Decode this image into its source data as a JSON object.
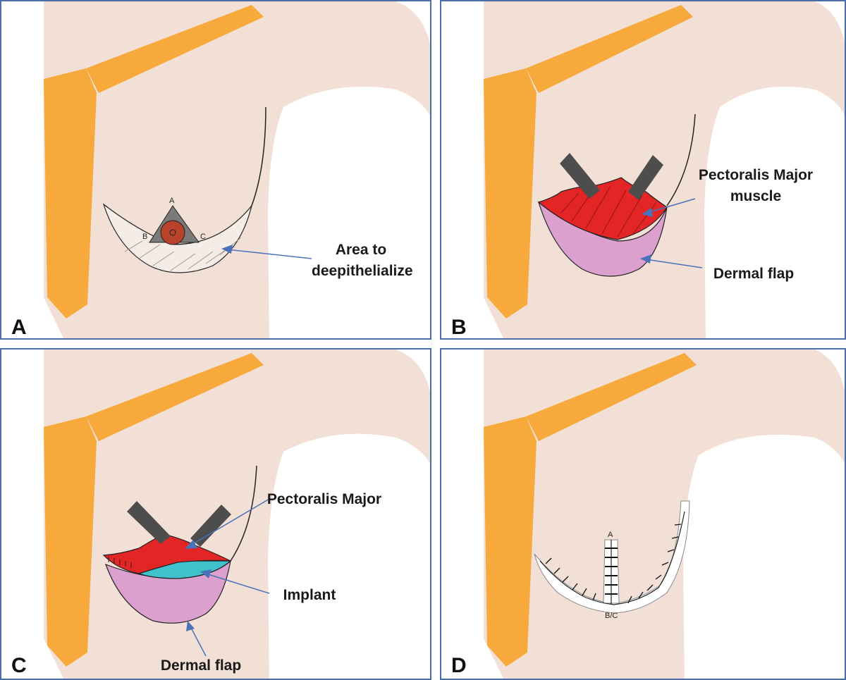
{
  "colors": {
    "skin": "#f2e0d6",
    "bone": "#f7a93b",
    "muscle": "#e32526",
    "dermal_flap": "#dca0cf",
    "implant": "#3fc2cc",
    "retractor": "#4d4d4d",
    "areola": "#b8422a",
    "triangle": "#7a7a7a",
    "arrow": "#4a72b8",
    "frame": "#4a6fa8"
  },
  "panels": [
    {
      "id": "A",
      "letter": "A",
      "callouts": [
        {
          "line1": "Area to",
          "line2": "deepithelialize"
        }
      ],
      "point_labels": [
        "A",
        "B",
        "C"
      ]
    },
    {
      "id": "B",
      "letter": "B",
      "callouts": [
        {
          "line1": "Pectoralis Major",
          "line2": "muscle"
        },
        {
          "line1": "Dermal flap"
        }
      ]
    },
    {
      "id": "C",
      "letter": "C",
      "callouts": [
        {
          "line1": "Pectoralis Major"
        },
        {
          "line1": "Implant"
        },
        {
          "line1": "Dermal flap"
        }
      ]
    },
    {
      "id": "D",
      "letter": "D",
      "point_labels": [
        "A",
        "B/C"
      ]
    }
  ]
}
